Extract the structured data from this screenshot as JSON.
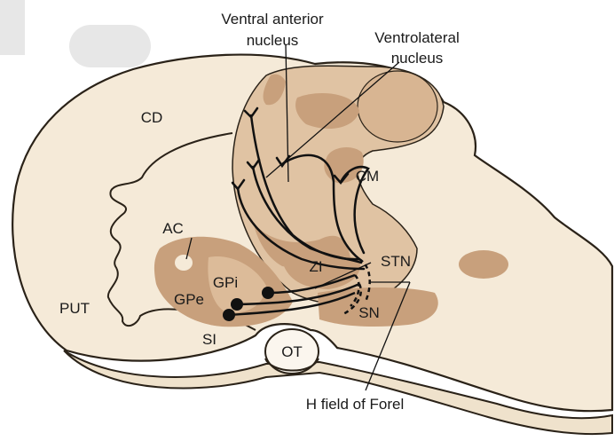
{
  "colors": {
    "background": "#ffffff",
    "tissue": "#f5ead8",
    "outline": "#2a2218",
    "nucleus_light": "#e0c3a3",
    "nucleus_dark": "#c8a07c",
    "fiber": "#111111"
  },
  "labels": {
    "ventral_anterior": [
      "Ventral anterior",
      "nucleus"
    ],
    "ventrolateral": [
      "Ventrolateral",
      "nucleus"
    ],
    "cd": "CD",
    "cm": "CM",
    "ac": "AC",
    "stn": "STN",
    "zi": "ZI",
    "gpi": "GPi",
    "gpe": "GPe",
    "put": "PUT",
    "sn": "SN",
    "si": "SI",
    "ot": "OT",
    "h_field": "H field of Forel"
  }
}
